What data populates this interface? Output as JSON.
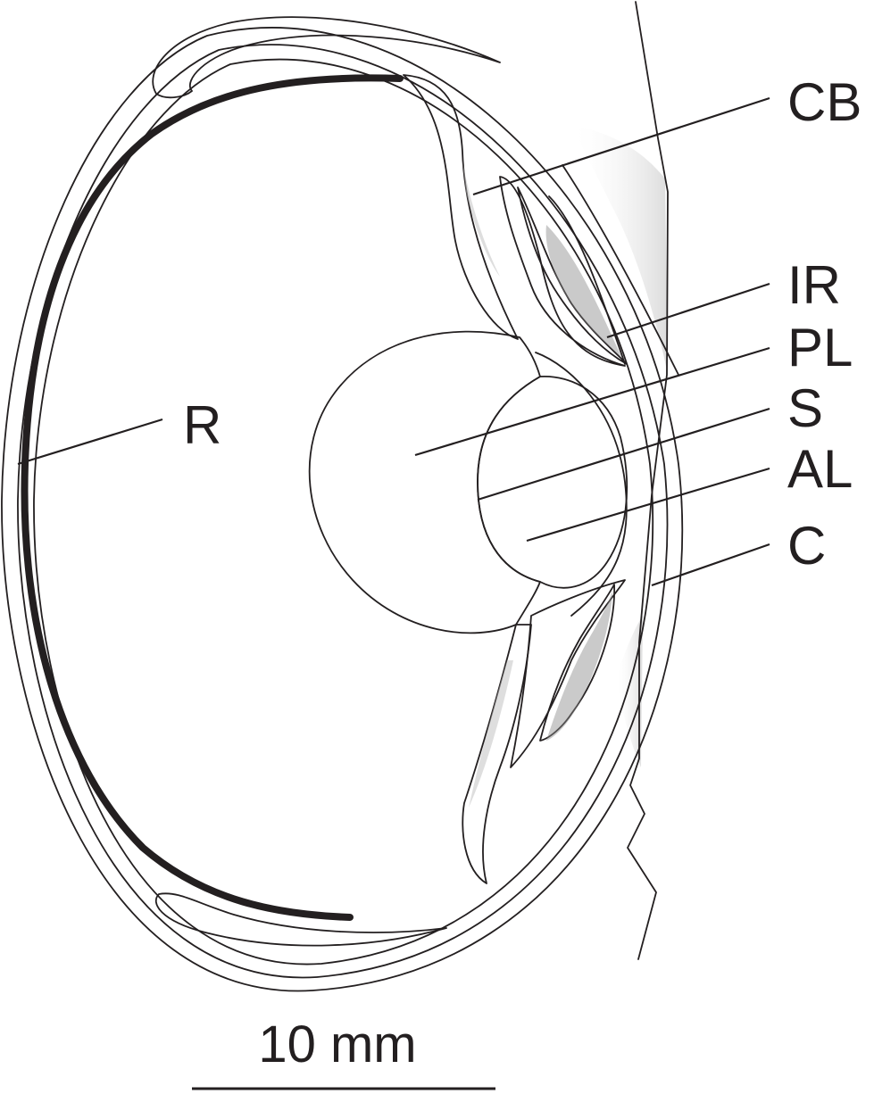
{
  "labels": {
    "cb": "CB",
    "ir": "IR",
    "pl": "PL",
    "s": "S",
    "al": "AL",
    "c": "C",
    "r": "R"
  },
  "scale_bar": {
    "text": "10 mm"
  },
  "colors": {
    "line": "#231f20",
    "shade": "#e6e6e6",
    "background": "#ffffff"
  }
}
